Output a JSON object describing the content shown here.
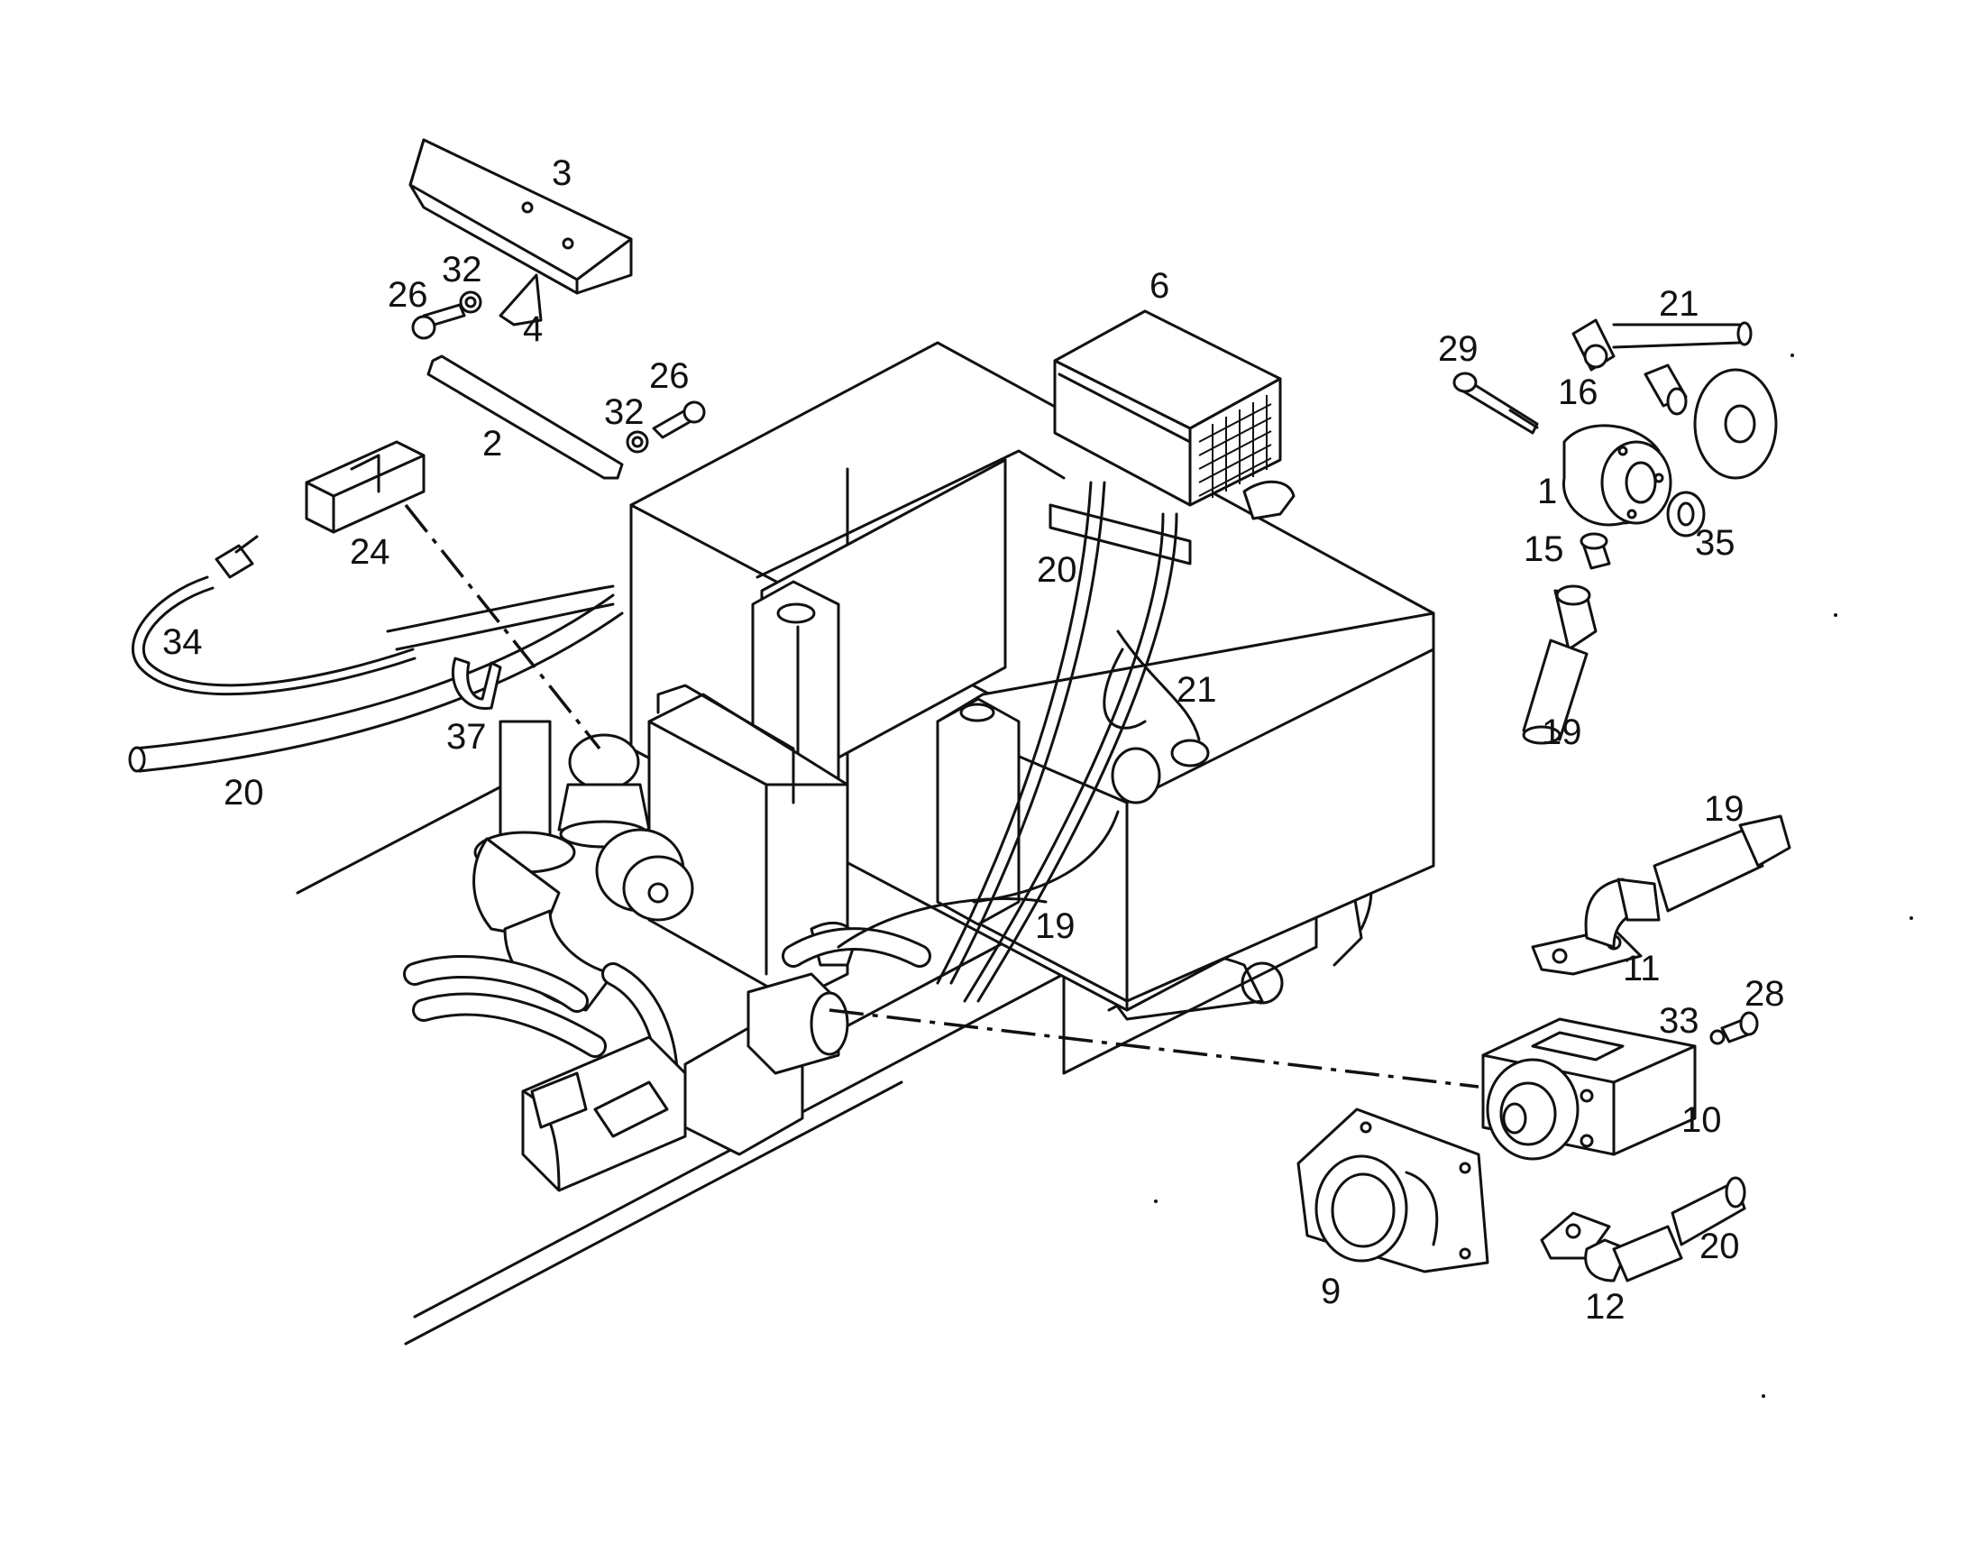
{
  "labels": {
    "1": "1",
    "2": "2",
    "3": "3",
    "4": "4",
    "6": "6",
    "9": "9",
    "10": "10",
    "11": "11",
    "12": "12",
    "15": "15",
    "16": "16",
    "19": "19",
    "20": "20",
    "21": "21",
    "24": "24",
    "26": "26",
    "28": "28",
    "29": "29",
    "32": "32",
    "33": "33",
    "34": "34",
    "35": "35",
    "37": "37"
  }
}
